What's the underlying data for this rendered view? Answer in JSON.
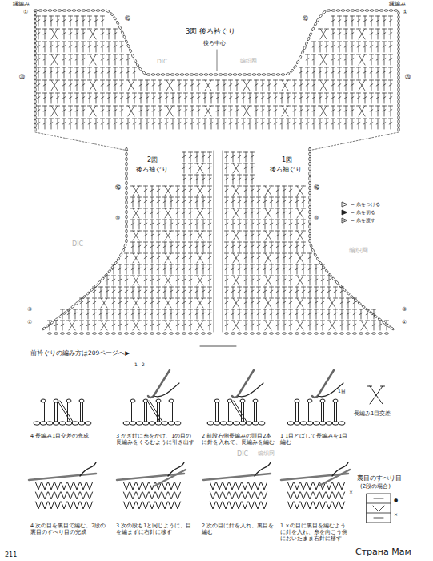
{
  "diagram": {
    "labels": [
      "縁編み",
      "①",
      "縁編み",
      "①",
      "⑮",
      "3図 後ろ衿ぐり",
      "⑮",
      "後ろ中心",
      "⑳",
      "⑳",
      "2図",
      "後ろ袖ぐり",
      "1図",
      "後ろ袖ぐり",
      "⑯",
      "⑯",
      "⑩",
      "⑩",
      "③",
      "③",
      "①",
      "①",
      "前衿ぐりの編み方は209ページへ▶",
      "1",
      "2",
      "1目",
      "長編み1目交差",
      "4 長編み1目交差の完成",
      "3 かぎ針に糸をかけ、1の目の長編みをくるむように引き出す",
      "2 前段右側長編みの頭目2本に針を入れて、長編みを編む",
      "1 1目とばして長編みを1目編む",
      "裏目のすべり目",
      "(2段の場合)",
      "●",
      "×",
      "×",
      "4 次の目を裏目で編む。2段の裏目のすべり目の完成",
      "3 次の段も1と同じように、目を編まずに右針に移す",
      "2 次の目に針を入れ、裏目を編む",
      "1 ×の目に裏目を編むように針を入れ、糸を向こう側においたまま右針に移す",
      "DIC",
      "编织网",
      "DIC",
      "编织网",
      "DIC",
      "编织网",
      "211",
      "Страна Мам"
    ],
    "legend": [
      {
        "text": "= 糸をつける"
      },
      {
        "text": "= 糸を切る"
      },
      {
        "text": "= 糸を渡す"
      }
    ]
  }
}
